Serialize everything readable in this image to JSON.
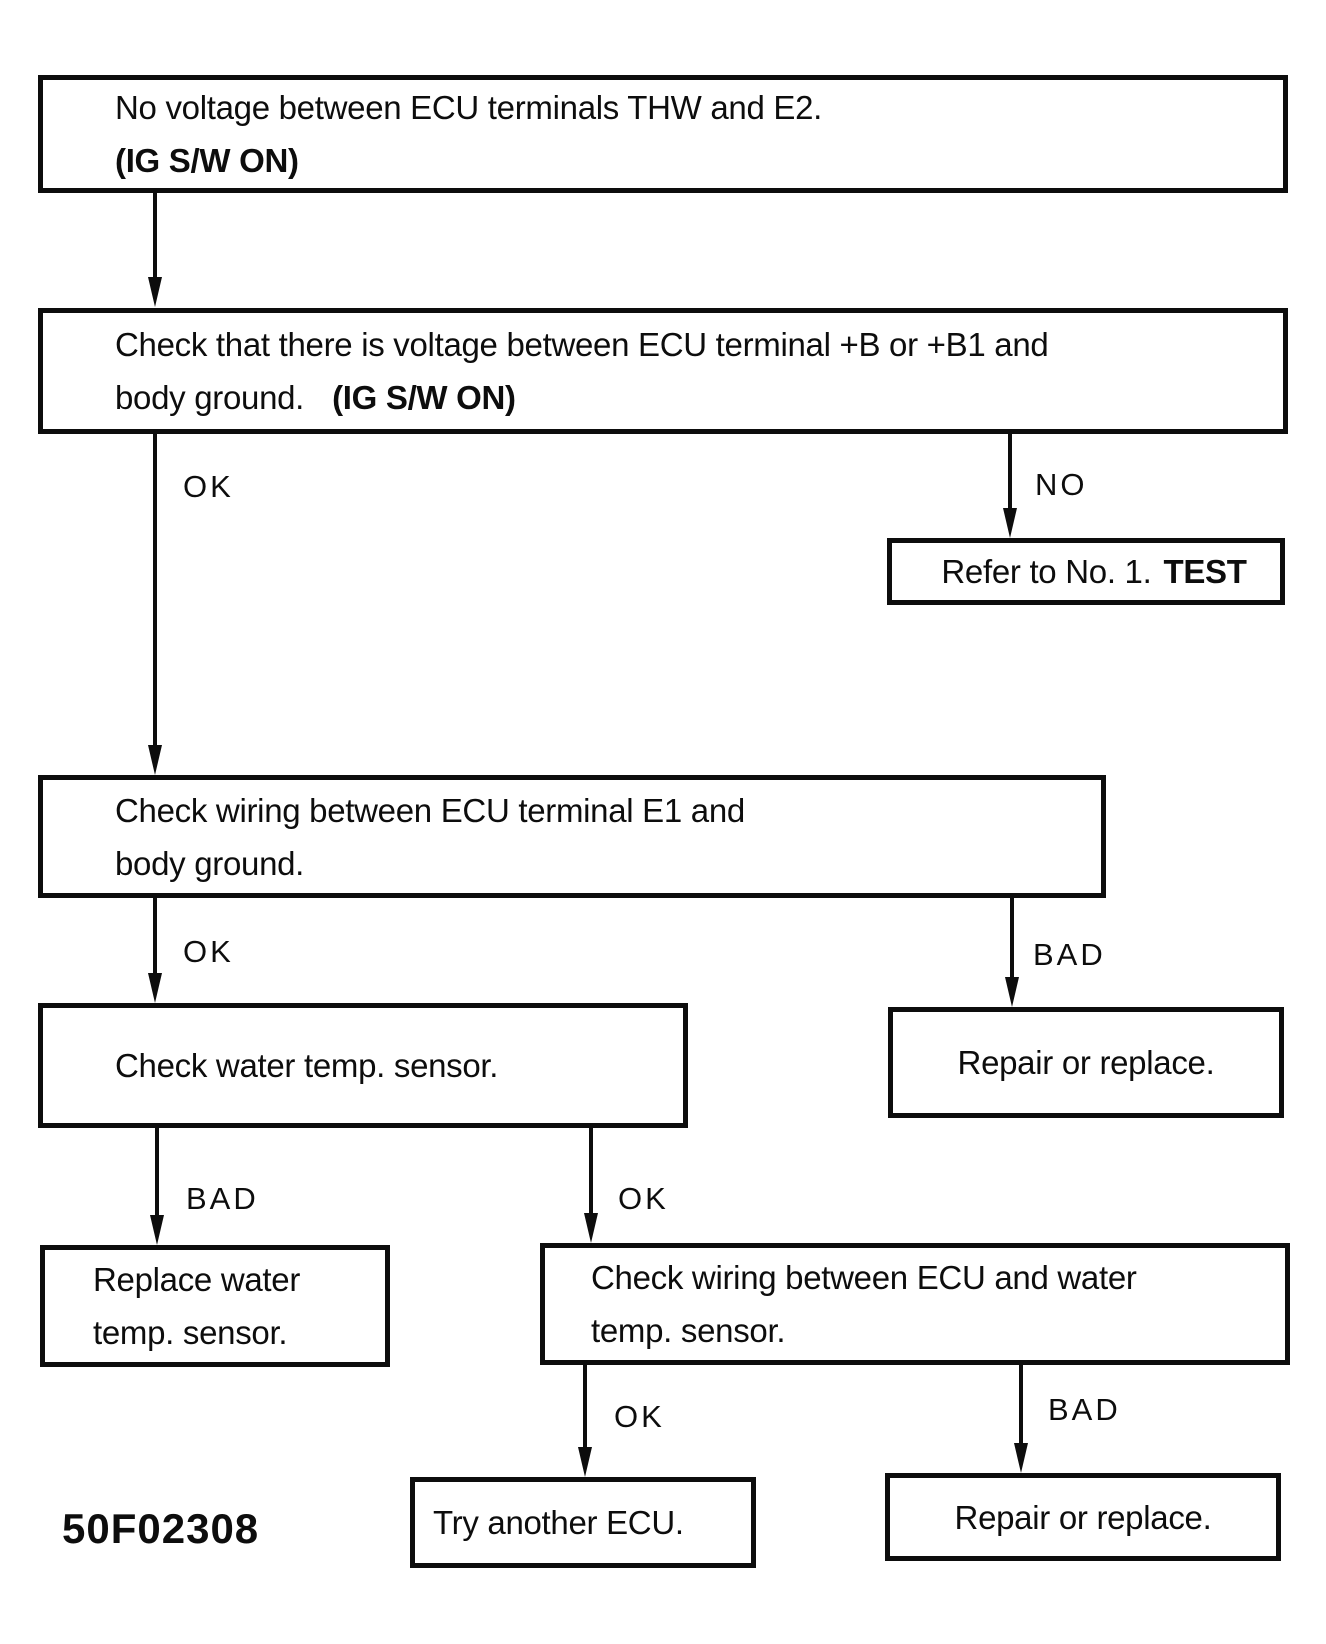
{
  "figure_code": "50F02308",
  "colors": {
    "ink": "#0d0d0d",
    "background": "#ffffff"
  },
  "boxes": {
    "no_voltage": {
      "line1": "No voltage between ECU terminals THW and E2.",
      "line2_bold": "(IG S/W ON)"
    },
    "check_b": {
      "line1": "Check that there is voltage between ECU terminal +B or +B1 and",
      "line2": "body ground.",
      "line2_bold": "(IG S/W ON)"
    },
    "refer_test": {
      "text": "Refer to No. 1.",
      "bold": "TEST"
    },
    "check_e1": {
      "line1": "Check wiring between ECU terminal E1 and",
      "line2": "body ground."
    },
    "check_sensor": {
      "line1": "Check water temp. sensor."
    },
    "repair_upper": {
      "line1": "Repair or replace."
    },
    "replace_sensor": {
      "line1": "Replace water",
      "line2": "temp. sensor."
    },
    "check_wiring_sensor": {
      "line1": "Check wiring between ECU and water",
      "line2": "temp. sensor."
    },
    "try_ecu": {
      "line1": "Try another ECU."
    },
    "repair_lower": {
      "line1": "Repair or replace."
    }
  },
  "edge_labels": {
    "b_ok": "OK",
    "b_no": "NO",
    "e1_ok": "OK",
    "e1_bad": "BAD",
    "sensor_bad": "BAD",
    "sensor_ok": "OK",
    "wiring_ok": "OK",
    "wiring_bad": "BAD"
  }
}
